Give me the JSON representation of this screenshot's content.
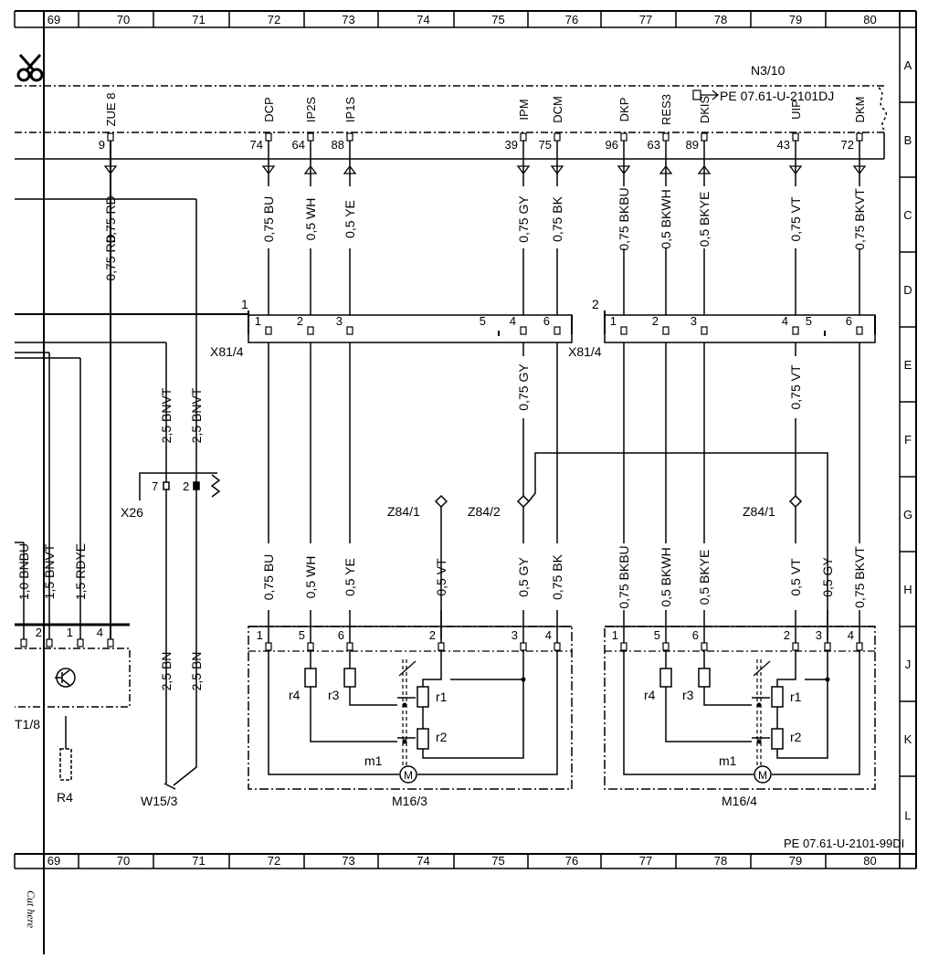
{
  "grid": {
    "columns": [
      "69",
      "70",
      "71",
      "72",
      "73",
      "74",
      "75",
      "76",
      "77",
      "78",
      "79",
      "80"
    ],
    "rows": [
      "A",
      "B",
      "C",
      "D",
      "E",
      "F",
      "G",
      "H",
      "J",
      "K",
      "L"
    ]
  },
  "ecu": {
    "id": "N3/10",
    "ref": "PE 07.61-U-2101DJ",
    "pins": [
      {
        "sig": "ZUE 8",
        "pin": "9",
        "wire": "0,75 RD",
        "dir": "in"
      },
      {
        "sig": "DCP",
        "pin": "74",
        "wire": "0,75 BU",
        "dir": "in"
      },
      {
        "sig": "IP2S",
        "pin": "64",
        "wire": "0,5 WH",
        "dir": "out"
      },
      {
        "sig": "IP1S",
        "pin": "88",
        "wire": "0,5 YE",
        "dir": "out"
      },
      {
        "sig": "IPM",
        "pin": "39",
        "wire": "0,75 GY",
        "dir": "in"
      },
      {
        "sig": "DCM",
        "pin": "75",
        "wire": "0,75 BK",
        "dir": "in"
      },
      {
        "sig": "DKP",
        "pin": "96",
        "wire": "0,75 BKBU",
        "dir": "in"
      },
      {
        "sig": "RES3",
        "pin": "63",
        "wire": "0,5 BKWH",
        "dir": "out"
      },
      {
        "sig": "DKIS",
        "pin": "89",
        "wire": "0,5 BKYE",
        "dir": "out"
      },
      {
        "sig": "UIP",
        "pin": "43",
        "wire": "0,75 VT",
        "dir": "in"
      },
      {
        "sig": "DKM",
        "pin": "72",
        "wire": "0,75 BKVT",
        "dir": "in"
      }
    ]
  },
  "connector": {
    "id": "X81/4",
    "left_group": "1",
    "right_group": "2",
    "left_pins": [
      "1",
      "2",
      "3",
      "5",
      "4",
      "6"
    ],
    "right_pins": [
      "1",
      "2",
      "3",
      "4",
      "5",
      "6"
    ]
  },
  "wires_mid": {
    "gy": "0,75 GY",
    "vt": "0,75 VT"
  },
  "wires_left": [
    "1,0 BNBU",
    "1,5 BNVT",
    "1,5 RDYE"
  ],
  "x26": {
    "id": "X26",
    "pins": [
      "7",
      "2"
    ],
    "wires_top": [
      "2,5 BNVT",
      "2,5 BNVT"
    ],
    "wires_bottom": [
      "2,5 BN",
      "2,5 BN"
    ]
  },
  "t18": {
    "id": "T1/8",
    "pins": [
      "2",
      "1",
      "4"
    ]
  },
  "r4_comp": "R4",
  "w153": "W15/3",
  "splices": {
    "z841": "Z84/1",
    "z842": "Z84/2"
  },
  "m163": {
    "id": "M16/3",
    "wires": [
      "0,75 BU",
      "0,5 WH",
      "0,5 YE",
      "0,5 VT",
      "0,5 GY",
      "0,75 BK"
    ],
    "pins": [
      "1",
      "5",
      "6",
      "2",
      "3",
      "4"
    ],
    "labels": {
      "r4": "r4",
      "r3": "r3",
      "r1": "r1",
      "r2": "r2",
      "m1": "m1",
      "motor": "M"
    }
  },
  "m164": {
    "id": "M16/4",
    "wires": [
      "0,75 BKBU",
      "0,5 BKWH",
      "0,5 BKYE",
      "0,5 VT",
      "0,5 GY",
      "0,75 BKVT"
    ],
    "pins": [
      "1",
      "5",
      "6",
      "2",
      "3",
      "4"
    ],
    "labels": {
      "r4": "r4",
      "r3": "r3",
      "r1": "r1",
      "r2": "r2",
      "m1": "m1",
      "motor": "M"
    }
  },
  "doc_ref": "PE 07.61-U-2101-99DI",
  "cut_label": "Cut here",
  "icons": {
    "scissors": "scissors-icon",
    "note": "note-icon"
  }
}
